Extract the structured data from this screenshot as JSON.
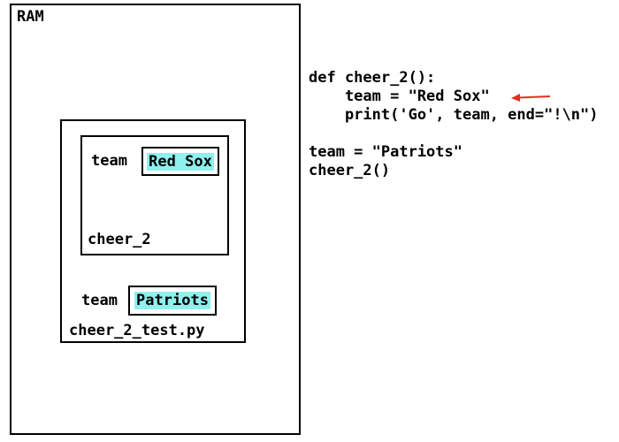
{
  "ram": {
    "label": "RAM"
  },
  "module_frame": {
    "name": "cheer_2_test.py",
    "variable": {
      "name": "team",
      "value": "Patriots"
    }
  },
  "function_frame": {
    "name": "cheer_2",
    "variable": {
      "name": "team",
      "value": "Red Sox"
    }
  },
  "code": {
    "lines": [
      "def cheer_2():",
      "    team = \"Red Sox\"",
      "    print('Go', team, end=\"!\\n\")",
      "",
      "team = \"Patriots\"",
      "cheer_2()"
    ],
    "current_line_index": 1
  },
  "colors": {
    "value_highlight": "#8ff0ee",
    "arrow": "#e0301e"
  }
}
